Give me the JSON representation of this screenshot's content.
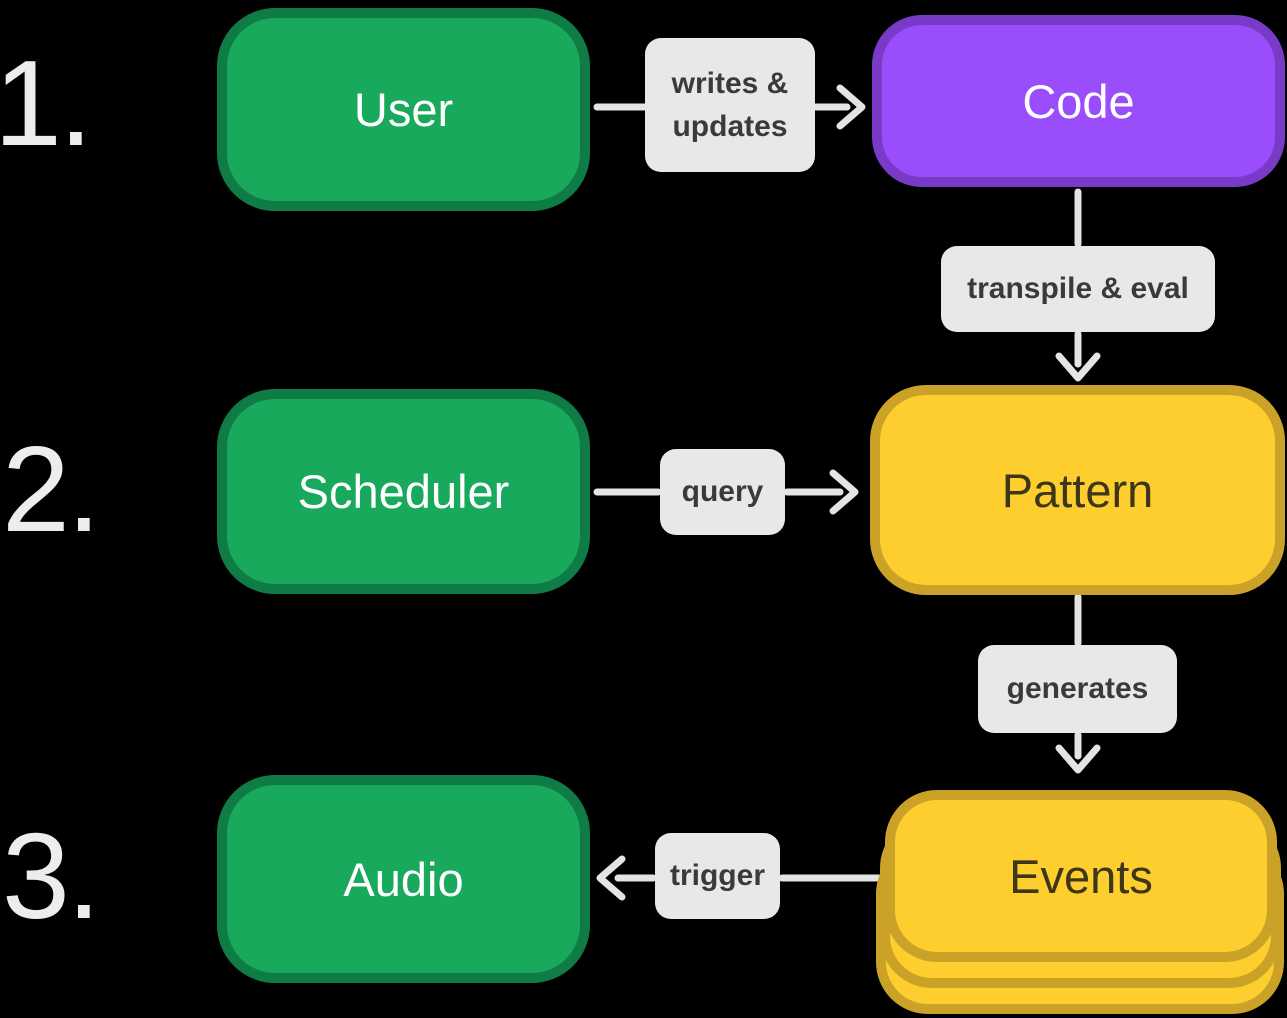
{
  "numbers": {
    "step1": "1.",
    "step2": "2.",
    "step3": "3."
  },
  "nodes": {
    "user": "User",
    "code": "Code",
    "scheduler": "Scheduler",
    "pattern": "Pattern",
    "audio": "Audio",
    "events": "Events"
  },
  "labels": {
    "writes_line1": "writes &",
    "writes_line2": "updates",
    "transpile": "transpile & eval",
    "query": "query",
    "generates": "generates",
    "trigger": "trigger"
  },
  "edges": [
    {
      "from": "User",
      "to": "Code",
      "label": "writes & updates",
      "direction": "right"
    },
    {
      "from": "Code",
      "to": "Pattern",
      "label": "transpile & eval",
      "direction": "down"
    },
    {
      "from": "Scheduler",
      "to": "Pattern",
      "label": "query",
      "direction": "right"
    },
    {
      "from": "Pattern",
      "to": "Events",
      "label": "generates",
      "direction": "down"
    },
    {
      "from": "Events",
      "to": "Audio",
      "label": "trigger",
      "direction": "left"
    }
  ],
  "colors": {
    "background": "#000000",
    "green_fill": "#18a95c",
    "green_border": "#0f7c45",
    "purple_fill": "#9a4efb",
    "purple_border": "#7a3ac8",
    "yellow_fill": "#fdce2d",
    "yellow_border": "#c9a227",
    "chip_bg": "#e8e8e8",
    "chip_text": "#3a3a3a",
    "arrow": "#e4e4e4",
    "number_text": "#ededed",
    "node_text_light": "#ffffff",
    "node_text_dark": "#3e3619"
  }
}
